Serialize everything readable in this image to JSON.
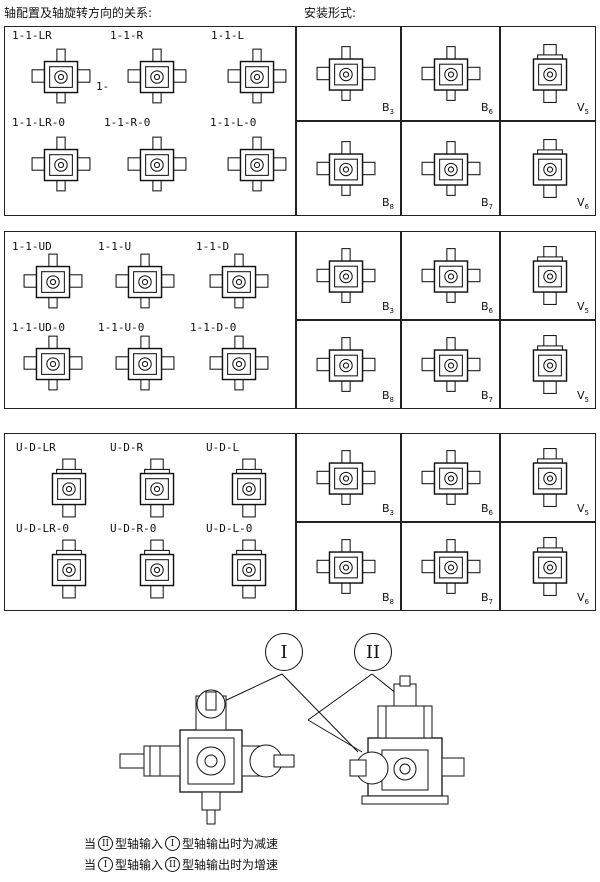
{
  "headers": {
    "left": "轴配置及轴旋转方向的关系:",
    "right": "安装形式:"
  },
  "section1": {
    "configs": [
      "1-1-LR",
      "1-1-R",
      "1-1-L",
      "1-1-LR-0",
      "1-1-R-0",
      "1-1-L-0"
    ],
    "stray": "1-",
    "mounts": [
      {
        "letter": "B",
        "sub": "3"
      },
      {
        "letter": "B",
        "sub": "6"
      },
      {
        "letter": "V",
        "sub": "5"
      },
      {
        "letter": "B",
        "sub": "8"
      },
      {
        "letter": "B",
        "sub": "7"
      },
      {
        "letter": "V",
        "sub": "6"
      }
    ]
  },
  "section2": {
    "configs": [
      "1-1-UD",
      "1-1-U",
      "1-1-D",
      "1-1-UD-0",
      "1-1-U-0",
      "1-1-D-0"
    ],
    "mounts": [
      {
        "letter": "B",
        "sub": "3"
      },
      {
        "letter": "B",
        "sub": "6"
      },
      {
        "letter": "V",
        "sub": "5"
      },
      {
        "letter": "B",
        "sub": "8"
      },
      {
        "letter": "B",
        "sub": "7"
      },
      {
        "letter": "V",
        "sub": "5"
      }
    ]
  },
  "section3": {
    "configs": [
      "U-D-LR",
      "U-D-R",
      "U-D-L",
      "U-D-LR-0",
      "U-D-R-0",
      "U-D-L-0"
    ],
    "mounts": [
      {
        "letter": "B",
        "sub": "3"
      },
      {
        "letter": "B",
        "sub": "6"
      },
      {
        "letter": "V",
        "sub": "5"
      },
      {
        "letter": "B",
        "sub": "8"
      },
      {
        "letter": "B",
        "sub": "7"
      },
      {
        "letter": "V",
        "sub": "6"
      }
    ]
  },
  "bottom": {
    "marker1": "I",
    "marker2": "II",
    "note1": {
      "pre": "当",
      "c1": "II",
      "mid": "型轴输入",
      "c2": "I",
      "post": "型轴输出时为减速"
    },
    "note2": {
      "pre": "当",
      "c1": "I",
      "mid": "型轴输入",
      "c2": "II",
      "post": "型轴输出时为增速"
    }
  }
}
